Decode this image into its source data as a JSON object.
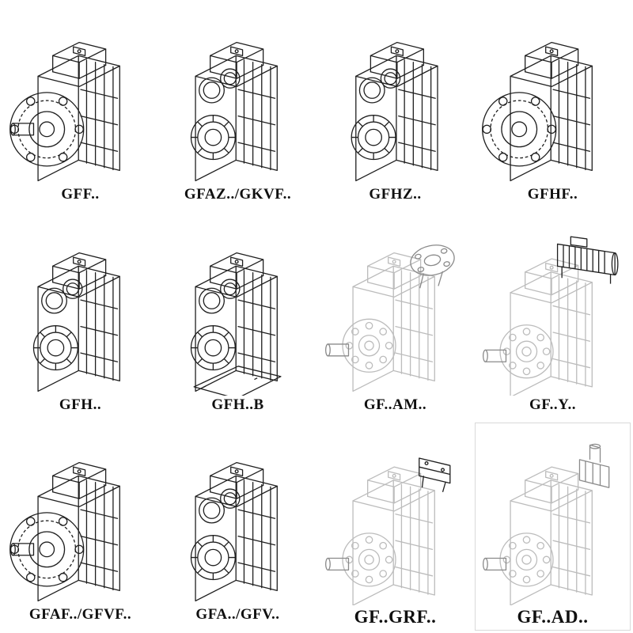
{
  "page": {
    "kind": "gear-unit-catalog-sheet",
    "background": "#ffffff"
  },
  "colors": {
    "ink": "#1f1f1f",
    "phantom": "#bcbcbc",
    "accent_mid": "#8a8a8a"
  },
  "cells": [
    {
      "label": "GFF..",
      "drawing": "flange-output-gearbox-icon"
    },
    {
      "label": "GFAZ../GKVF..",
      "drawing": "bore-face-gearbox-icon"
    },
    {
      "label": "GFHZ..",
      "drawing": "bore-face-gearbox-icon"
    },
    {
      "label": "GFHF..",
      "drawing": "flange-hollow-gearbox-icon"
    },
    {
      "label": "GFH..",
      "drawing": "bore-face-gearbox-icon"
    },
    {
      "label": "GFH..B",
      "drawing": "foot-mounted-gearbox-icon"
    },
    {
      "label": "GF..AM..",
      "drawing": "phantom-gearbox-input-flange-icon"
    },
    {
      "label": "GF..Y..",
      "drawing": "phantom-gearbox-with-motor-icon"
    },
    {
      "label": "GFAF../GFVF..",
      "drawing": "flange-output-gearbox-icon"
    },
    {
      "label": "GFA../GFV..",
      "drawing": "bore-face-gearbox-icon"
    },
    {
      "label": "GF..GRF..",
      "drawing": "phantom-gearbox-top-bracket-icon"
    },
    {
      "label": "GF..AD..",
      "drawing": "phantom-gearbox-shaft-adapter-icon"
    }
  ]
}
